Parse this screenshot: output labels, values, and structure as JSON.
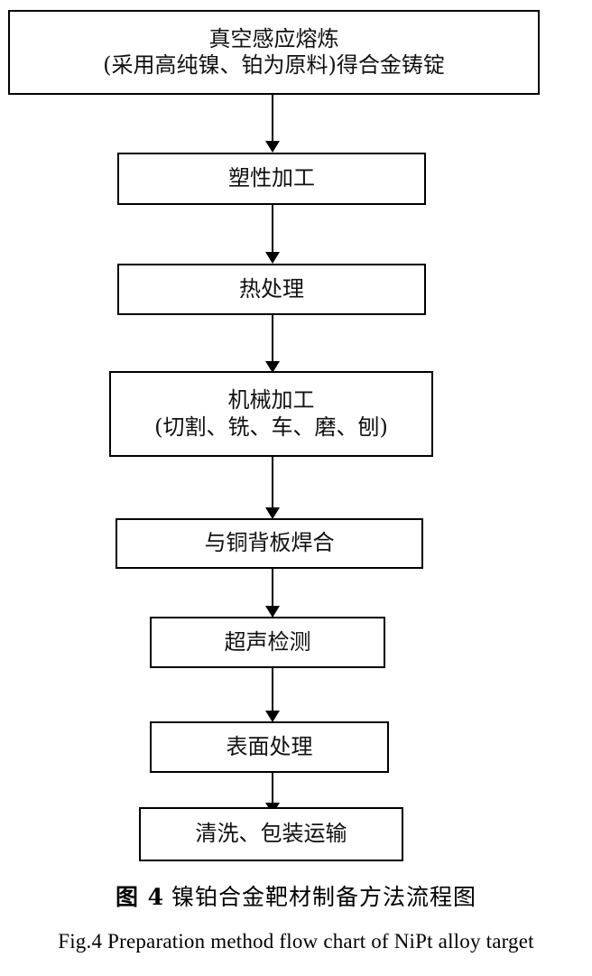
{
  "figure": {
    "caption_cn_number": "图 4",
    "caption_cn_text": "镍铂合金靶材制备方法流程图",
    "caption_en": "Fig.4 Preparation method flow chart of NiPt alloy target",
    "colors": {
      "box_border": "#000000",
      "background": "#ffffff",
      "text": "#111111",
      "arrow": "#000000"
    }
  },
  "flowchart": {
    "type": "flowchart",
    "orientation": "top-to-bottom",
    "nodes": [
      {
        "id": "step-1",
        "name": "vacuum-induction-melting",
        "lines": [
          "真空感应熔炼",
          "(采用高纯镍、铂为原料)得合金铸锭"
        ]
      },
      {
        "id": "step-2",
        "name": "plastic-working",
        "lines": [
          "塑性加工"
        ]
      },
      {
        "id": "step-3",
        "name": "heat-treatment",
        "lines": [
          "热处理"
        ]
      },
      {
        "id": "step-4",
        "name": "machining",
        "lines": [
          "机械加工",
          "(切割、铣、车、磨、刨)"
        ]
      },
      {
        "id": "step-5",
        "name": "bonding-to-copper-backing-plate",
        "lines": [
          "与铜背板焊合"
        ]
      },
      {
        "id": "step-6",
        "name": "ultrasonic-testing",
        "lines": [
          "超声检测"
        ]
      },
      {
        "id": "step-7",
        "name": "surface-treatment",
        "lines": [
          "表面处理"
        ]
      },
      {
        "id": "step-8",
        "name": "cleaning-packaging-transport",
        "lines": [
          "清洗、包装运输"
        ]
      }
    ],
    "edges": [
      {
        "from": "step-1",
        "to": "step-2",
        "marker": "solid-arrowhead"
      },
      {
        "from": "step-2",
        "to": "step-3",
        "marker": "solid-arrowhead"
      },
      {
        "from": "step-3",
        "to": "step-4",
        "marker": "solid-arrowhead"
      },
      {
        "from": "step-4",
        "to": "step-5",
        "marker": "solid-arrowhead"
      },
      {
        "from": "step-5",
        "to": "step-6",
        "marker": "solid-arrowhead"
      },
      {
        "from": "step-6",
        "to": "step-7",
        "marker": "solid-arrowhead"
      },
      {
        "from": "step-7",
        "to": "step-8",
        "marker": "solid-arrowhead"
      }
    ]
  }
}
